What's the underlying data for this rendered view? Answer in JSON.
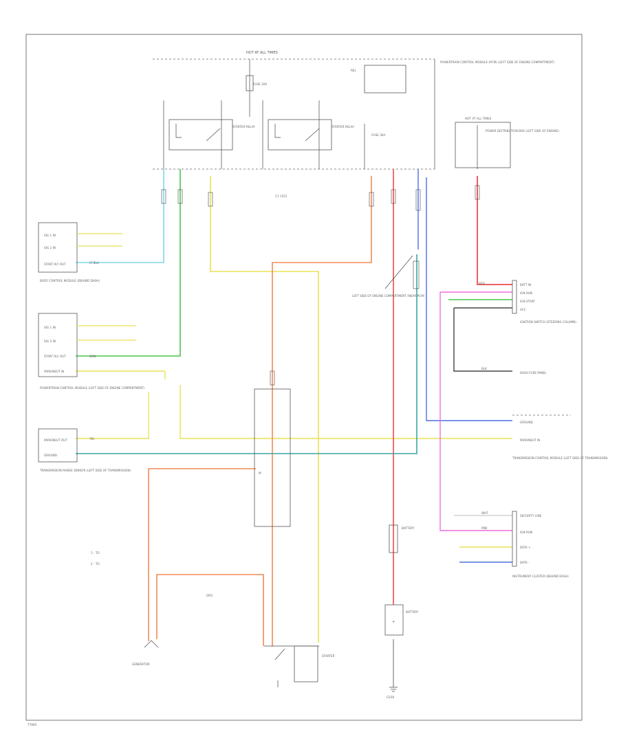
{
  "labels": {
    "hot_at_all_times": "HOT AT ALL TIMES",
    "fuse_main": "FUSE 20A",
    "pcm_module": "POWERTRAIN CONTROL MODULE (PCM) (LEFT SIDE OF ENGINE COMPARTMENT)",
    "relay_a": "STARTER RELAY",
    "relay_b": "STARTER RELAY",
    "fuse_b": "FUSE 30A",
    "hot_b": "HOT AT ALL TIMES",
    "pdb": "POWER DISTRIBUTION BOX (LEFT SIDE OF ENGINE)",
    "c_main": "C1 1551",
    "body_ctrl": "BODY CONTROL MODULE (BEHIND DASH)",
    "pcm_left": "POWERTRAIN CONTROL MODULE (LEFT SIDE OF ENGINE COMPARTMENT)",
    "trans_range": "TRANSMISSION RANGE SENSOR (LEFT SIDE OF TRANSMISSION)",
    "splice": "LEFT SIDE OF ENGINE COMPARTMENT (NEAR PCM)",
    "ign_switch": "IGNITION SWITCH (STEERING COLUMN)",
    "dash_panel": "DASH FUSE PANEL",
    "trans_ctrl": "TRANSMISSION CONTROL MODULE (LEFT SIDE OF TRANSMISSION)",
    "instr_cluster": "INSTRUMENT CLUSTER (BEHIND DASH)",
    "generator": "GENERATOR",
    "starter": "STARTER",
    "battery": "BATTERY",
    "ground": "G100",
    "legend_1": "1 - TO",
    "legend_2": "2 - TO",
    "code": "T7800"
  },
  "pins": {
    "bcm": [
      "SIG 1 IN",
      "SIG 2 IN",
      "START RLY OUT"
    ],
    "pcm": [
      "SIG 1 IN",
      "SIG 2 IN",
      "START RLY OUT",
      "PARK/NEUT IN"
    ],
    "trs": [
      "PARK/NEUT OUT",
      "GROUND"
    ],
    "ign": [
      "BATT IN",
      "IGN RUN",
      "IGN START",
      "ACC"
    ],
    "tcm": [
      "GROUND",
      "PARK/NEUT IN"
    ],
    "ipc": [
      "SECURITY LINE",
      "IGN RUN",
      "DATA +",
      "DATA -"
    ]
  },
  "wires": {
    "lbl_blu": "LT BLU",
    "lbl_grn": "GRN",
    "lbl_yel": "YEL",
    "lbl_org": "ORG",
    "lbl_red": "RED",
    "lbl_pnk": "PNK",
    "lbl_blk": "BLK",
    "lbl_wht": "WHT"
  },
  "colors": {
    "lt_blue": "#7fd6ea",
    "green": "#4bc44b",
    "yellow": "#e8e054",
    "orange": "#f08a57",
    "red": "#ee4a4a",
    "blue": "#4d6ee0",
    "pink": "#ec6fd8",
    "teal": "#3aa6a0",
    "black": "#222222"
  }
}
